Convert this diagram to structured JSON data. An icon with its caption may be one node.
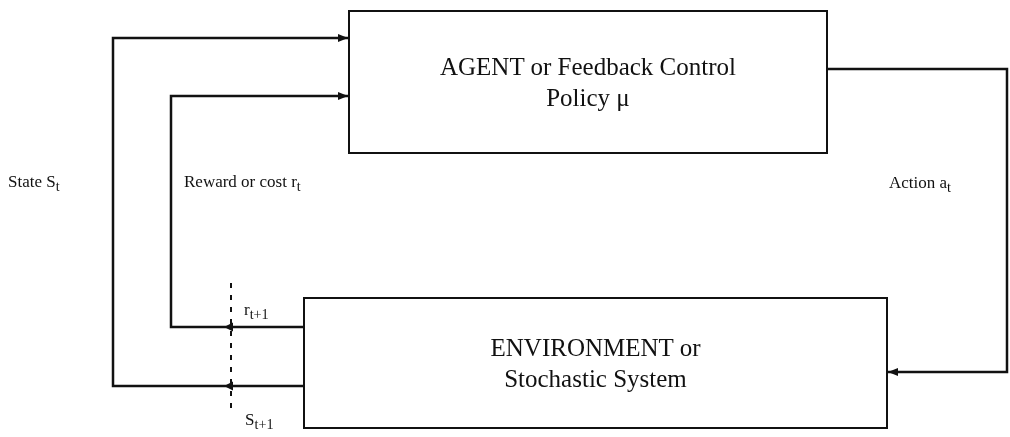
{
  "diagram": {
    "nodes": [
      {
        "text": [
          "AGENT  or Feedback Control Policy  μ"
        ]
      },
      {
        "text": [
          "ENVIRONMENT or Stochastic System"
        ]
      }
    ],
    "edges": [
      {
        "from": 1,
        "to": 0,
        "arrow": "to",
        "label": "State S$_{t}$"
      },
      {
        "from": 1,
        "to": 0,
        "arrow": "to",
        "label": "Reward or cost r$_{t}$"
      },
      {
        "from": 0,
        "to": 1,
        "arrow": "to",
        "label": "Action a$_{t}$"
      }
    ],
    "labels": [
      "r$_{t+1}$",
      "S$_{t+1}$"
    ]
  }
}
